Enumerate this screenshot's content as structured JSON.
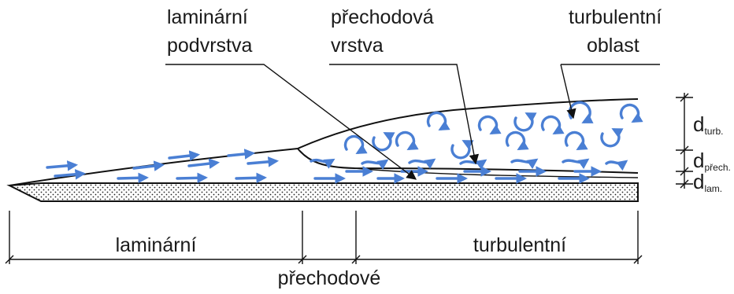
{
  "labels": {
    "laminar_sublayer_line1": "laminární",
    "laminar_sublayer_line2": "podvrstva",
    "transition_layer_line1": "přechodová",
    "transition_layer_line2": "vrstva",
    "turbulent_region_line1": "turbulentní",
    "turbulent_region_line2": "oblast"
  },
  "thickness": {
    "d_turb": {
      "main": "d",
      "sub": "turb."
    },
    "d_prech": {
      "main": "d",
      "sub": "přech."
    },
    "d_lam": {
      "main": "d",
      "sub": "lam."
    }
  },
  "zones": {
    "laminar": "laminární",
    "transitional": "přechodové",
    "turbulent": "turbulentní"
  },
  "colors": {
    "flow_arrows": "#4a7fd4",
    "outline": "#111111",
    "plate_dots": "#222222"
  }
}
